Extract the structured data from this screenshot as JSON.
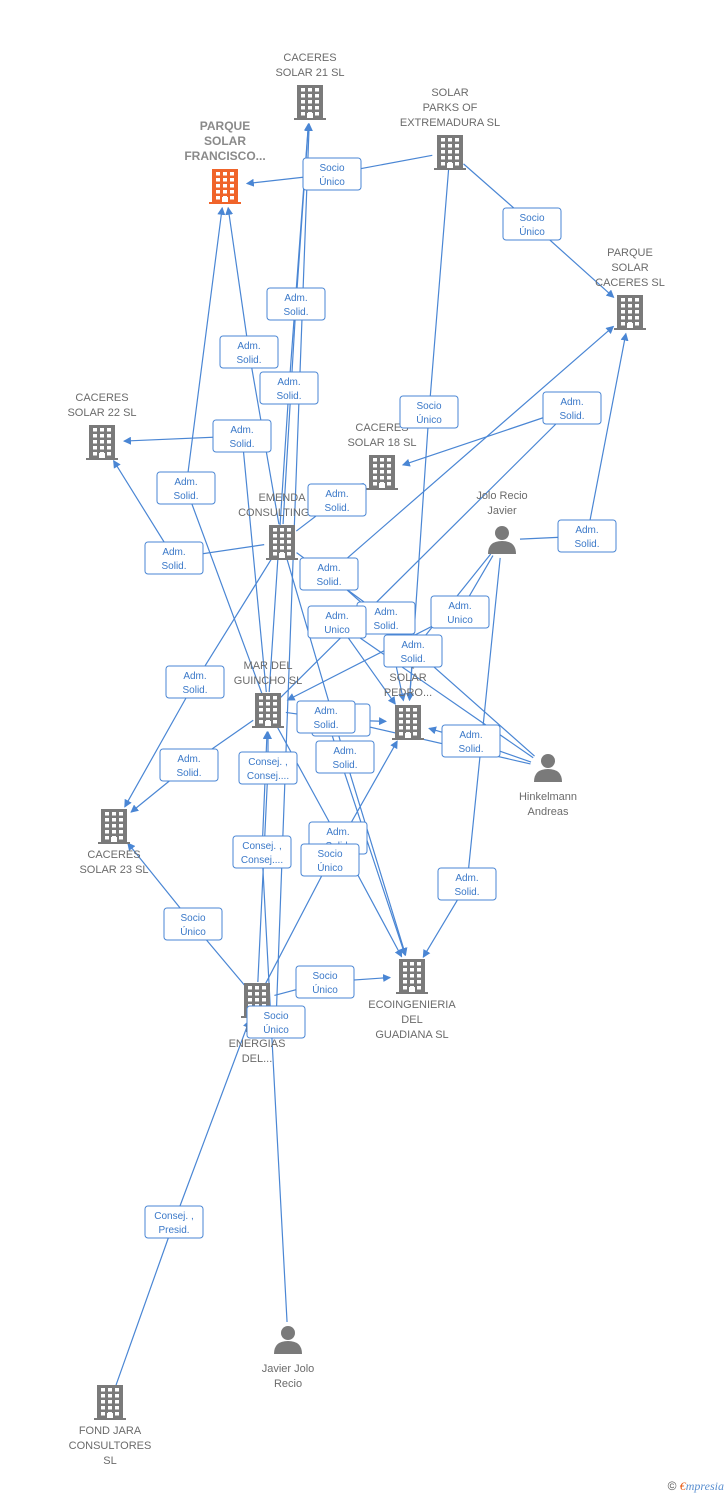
{
  "nodes": [
    {
      "id": "caceres21",
      "kind": "building",
      "lines": [
        "CACERES",
        "SOLAR 21 SL"
      ]
    },
    {
      "id": "parque_francisco",
      "kind": "building",
      "highlight": true,
      "lines": [
        "PARQUE",
        "SOLAR",
        "FRANCISCO..."
      ]
    },
    {
      "id": "solar_parks",
      "kind": "building",
      "lines": [
        "SOLAR",
        "PARKS OF",
        "EXTREMADURA SL"
      ]
    },
    {
      "id": "parque_caceres",
      "kind": "building",
      "lines": [
        "PARQUE",
        "SOLAR",
        "CACERES SL"
      ]
    },
    {
      "id": "caceres22",
      "kind": "building",
      "lines": [
        "CACERES",
        "SOLAR 22 SL"
      ]
    },
    {
      "id": "caceres18",
      "kind": "building",
      "lines": [
        "CACERES",
        "SOLAR 18 SL"
      ]
    },
    {
      "id": "emenda",
      "kind": "building",
      "lines": [
        "EMENDA",
        "CONSULTING SL"
      ]
    },
    {
      "id": "jolo_recio",
      "kind": "person",
      "lines": [
        "Jolo Recio",
        "Javier"
      ]
    },
    {
      "id": "mar_guincho",
      "kind": "building",
      "lines": [
        "MAR DEL",
        "GUINCHO SL"
      ]
    },
    {
      "id": "parque_pedro",
      "kind": "building",
      "lines": [
        "PARQUE",
        "SOLAR",
        "PEDRO..."
      ]
    },
    {
      "id": "hinkelmann",
      "kind": "person",
      "lines": [
        "Hinkelmann",
        "Andreas"
      ]
    },
    {
      "id": "caceres23",
      "kind": "building",
      "lines": [
        "CACERES",
        "SOLAR 23 SL"
      ]
    },
    {
      "id": "eco_energias",
      "kind": "building",
      "lines": [
        "ECO",
        "ENERGIAS",
        "DEL..."
      ]
    },
    {
      "id": "ecoingenieria",
      "kind": "building",
      "lines": [
        "ECOINGENIERIA",
        "DEL",
        "GUADIANA  SL"
      ]
    },
    {
      "id": "javier_jolo",
      "kind": "person",
      "lines": [
        "Javier Jolo",
        "Recio"
      ]
    },
    {
      "id": "fond_jara",
      "kind": "building",
      "lines": [
        "FOND JARA",
        "CONSULTORES",
        "SL"
      ]
    }
  ],
  "edges": [
    {
      "from": "solar_parks",
      "to": "parque_francisco",
      "label": [
        "Socio",
        "Único"
      ]
    },
    {
      "from": "solar_parks",
      "to": "parque_caceres",
      "label": [
        "Socio",
        "Único"
      ]
    },
    {
      "from": "solar_parks",
      "to": "parque_pedro",
      "label": [
        "Socio",
        "Único"
      ]
    },
    {
      "from": "emenda",
      "to": "caceres21",
      "label": [
        "Adm.",
        "Solid."
      ]
    },
    {
      "from": "mar_guincho",
      "to": "caceres21",
      "label": [
        "Adm.",
        "Solid."
      ]
    },
    {
      "from": "emenda",
      "to": "parque_francisco",
      "label": [
        "Adm.",
        "Solid."
      ]
    },
    {
      "from": "mar_guincho",
      "to": "parque_francisco",
      "label": [
        "Adm.",
        "Solid."
      ]
    },
    {
      "from": "emenda",
      "to": "caceres22",
      "label": [
        "Adm.",
        "Solid."
      ]
    },
    {
      "from": "mar_guincho",
      "to": "caceres22",
      "label": [
        "Adm.",
        "Solid."
      ]
    },
    {
      "from": "emenda",
      "to": "caceres18",
      "label": [
        "Adm.",
        "Solid."
      ]
    },
    {
      "from": "mar_guincho",
      "to": "caceres18",
      "label": [
        "Adm.",
        "Solid."
      ]
    },
    {
      "from": "jolo_recio",
      "to": "parque_caceres",
      "label": [
        "Adm.",
        "Solid."
      ]
    },
    {
      "from": "hinkelmann",
      "to": "parque_caceres",
      "label": [
        "Adm.",
        "Solid."
      ]
    },
    {
      "from": "emenda",
      "to": "parque_pedro",
      "label": [
        "Adm.",
        "Solid."
      ]
    },
    {
      "from": "jolo_recio",
      "to": "mar_guincho",
      "label": [
        "Adm.",
        "Unico"
      ]
    },
    {
      "from": "jolo_recio",
      "to": "parque_pedro",
      "label": [
        "Adm.",
        "Solid."
      ]
    },
    {
      "from": "hinkelmann",
      "to": "parque_pedro",
      "label": [
        "Adm.",
        "Unico"
      ]
    },
    {
      "from": "emenda",
      "to": "caceres23",
      "label": [
        "Adm.",
        "Solid."
      ]
    },
    {
      "from": "mar_guincho",
      "to": "caceres23",
      "label": [
        "Adm.",
        "Solid."
      ]
    },
    {
      "from": "mar_guincho",
      "to": "parque_pedro",
      "label": [
        "Adm.",
        "Solid."
      ]
    },
    {
      "from": "eco_energias",
      "to": "mar_guincho",
      "label": [
        "Consej. ,",
        "Consej...."
      ]
    },
    {
      "from": "javier_jolo",
      "to": "mar_guincho",
      "label": [
        "Consej. ,",
        "Consej...."
      ]
    },
    {
      "from": "emenda",
      "to": "ecoingenieria",
      "label": [
        "Adm.",
        "Solid."
      ]
    },
    {
      "from": "mar_guincho",
      "to": "ecoingenieria",
      "label": [
        "Adm.",
        "Solid."
      ]
    },
    {
      "from": "hinkelmann",
      "to": "ecoingenieria",
      "label": [
        "Adm.",
        "Solid."
      ]
    },
    {
      "from": "eco_energias",
      "to": "parque_pedro",
      "label": [
        "Socio",
        "Único"
      ]
    },
    {
      "from": "eco_energias",
      "to": "caceres23",
      "label": [
        "Socio",
        "Único"
      ]
    },
    {
      "from": "eco_energias",
      "to": "ecoingenieria",
      "label": [
        "Socio",
        "Único"
      ]
    },
    {
      "from": "eco_energias",
      "to": "caceres21",
      "label": [
        "Socio",
        "Único"
      ]
    },
    {
      "from": "fond_jara",
      "to": "eco_energias",
      "label": [
        "Consej. ,",
        "Presid."
      ]
    },
    {
      "from": "hinkelmann",
      "to": "parque_pedro",
      "label": [
        "Adm.",
        "Solid."
      ]
    },
    {
      "from": "jolo_recio",
      "to": "ecoingenieria",
      "label": [
        "Adm.",
        "Solid."
      ]
    }
  ],
  "colors": {
    "edge": "#4a86d4",
    "building": "#7a7a7a",
    "highlight": "#f0642a",
    "person": "#7a7a7a",
    "label": "#6b6b6b"
  },
  "footer": {
    "copyright": "©",
    "brand_first": "€",
    "brand_rest": "mpresia"
  }
}
